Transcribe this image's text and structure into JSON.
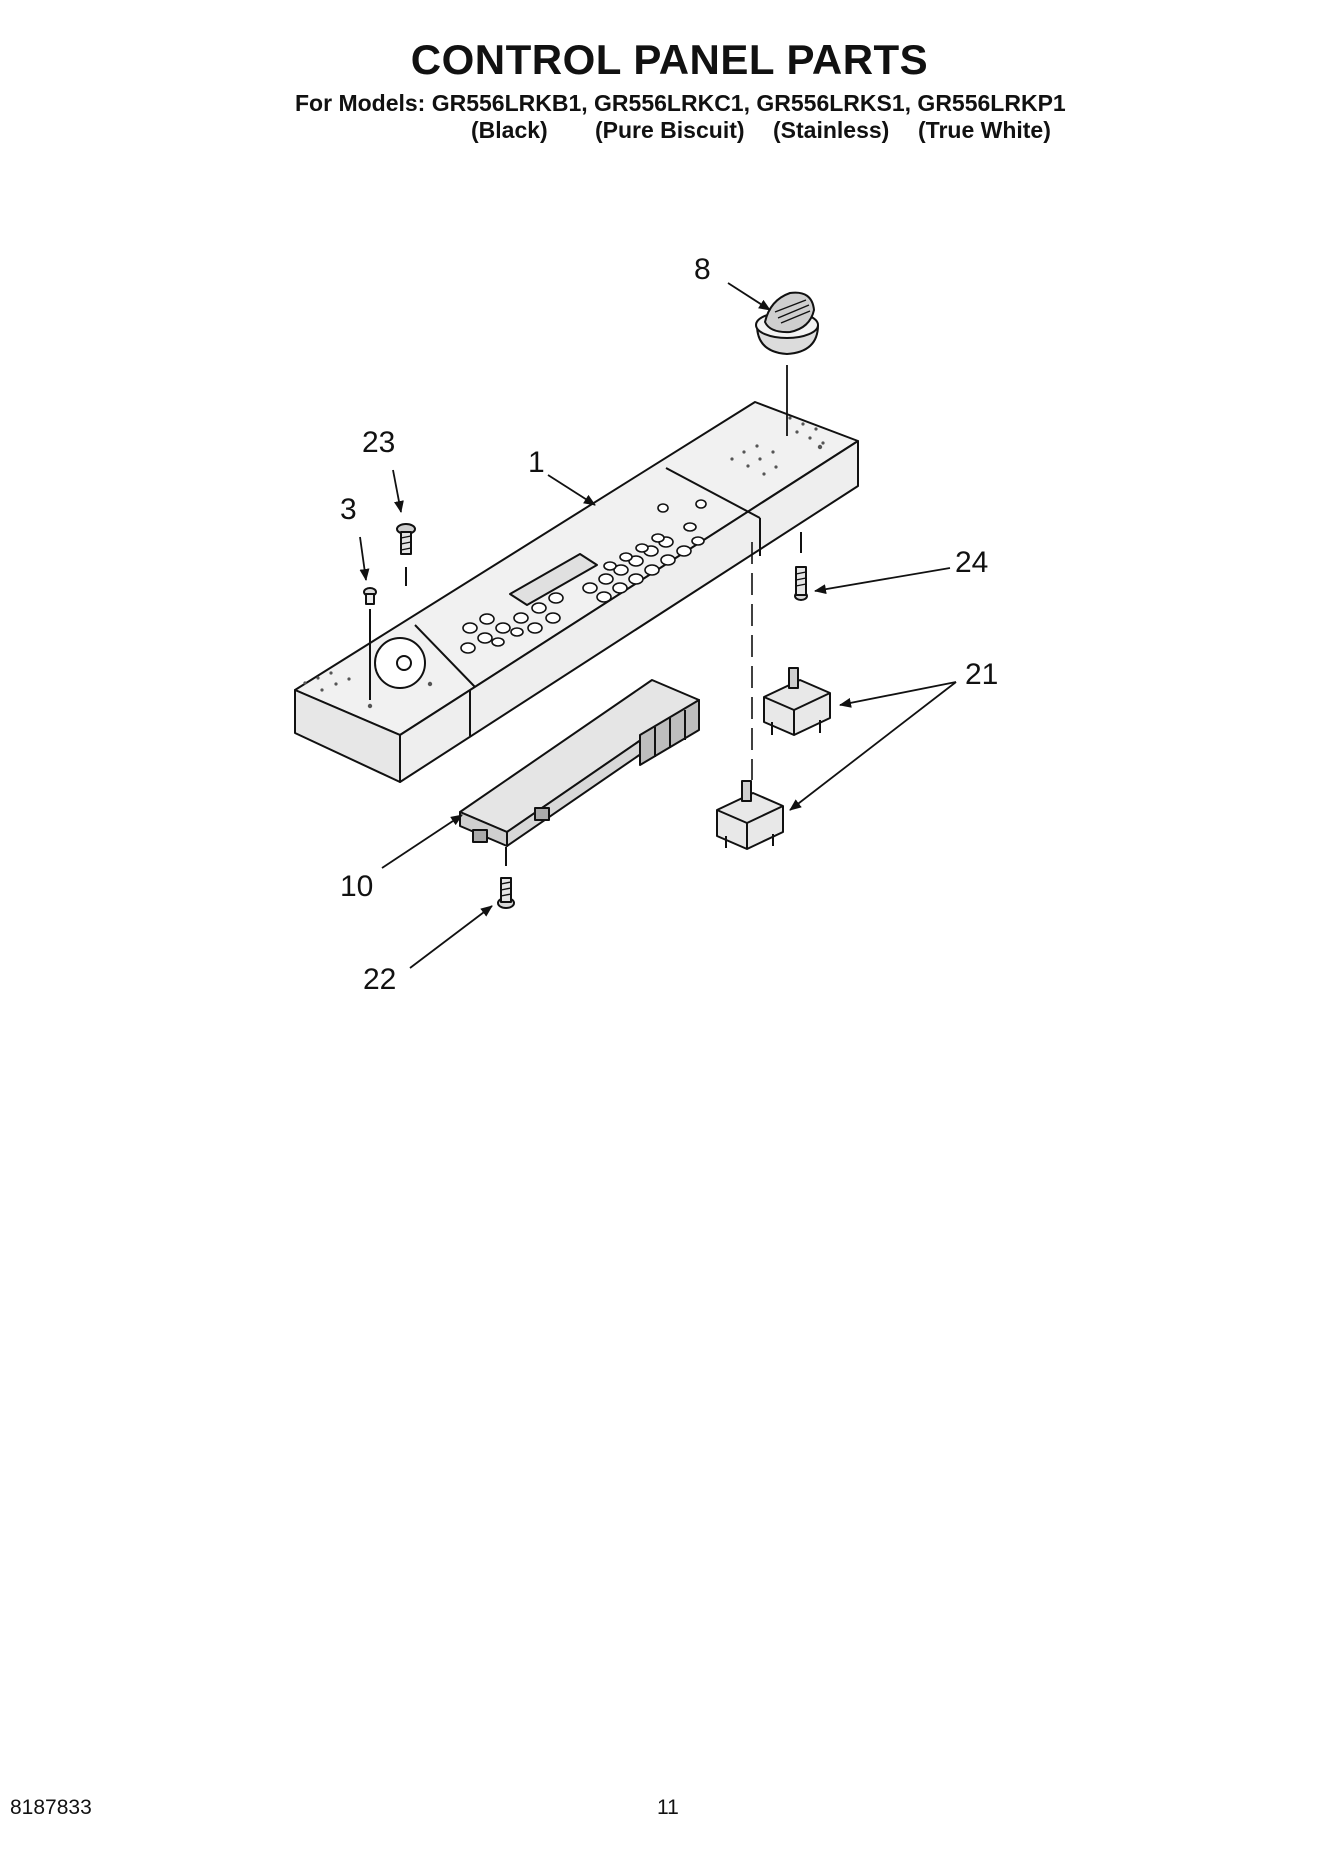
{
  "header": {
    "title": "CONTROL PANEL PARTS",
    "models_line": "For Models: GR556LRKB1, GR556LRKC1, GR556LRKS1, GR556LRKP1",
    "variants": [
      "(Black)",
      "(Pure Biscuit)",
      "(Stainless)",
      "(True White)"
    ]
  },
  "callouts": {
    "c1": "1",
    "c3": "3",
    "c8": "8",
    "c10": "10",
    "c21": "21",
    "c22": "22",
    "c23": "23",
    "c24": "24"
  },
  "footer": {
    "doc_number": "8187833",
    "page_number": "11"
  }
}
